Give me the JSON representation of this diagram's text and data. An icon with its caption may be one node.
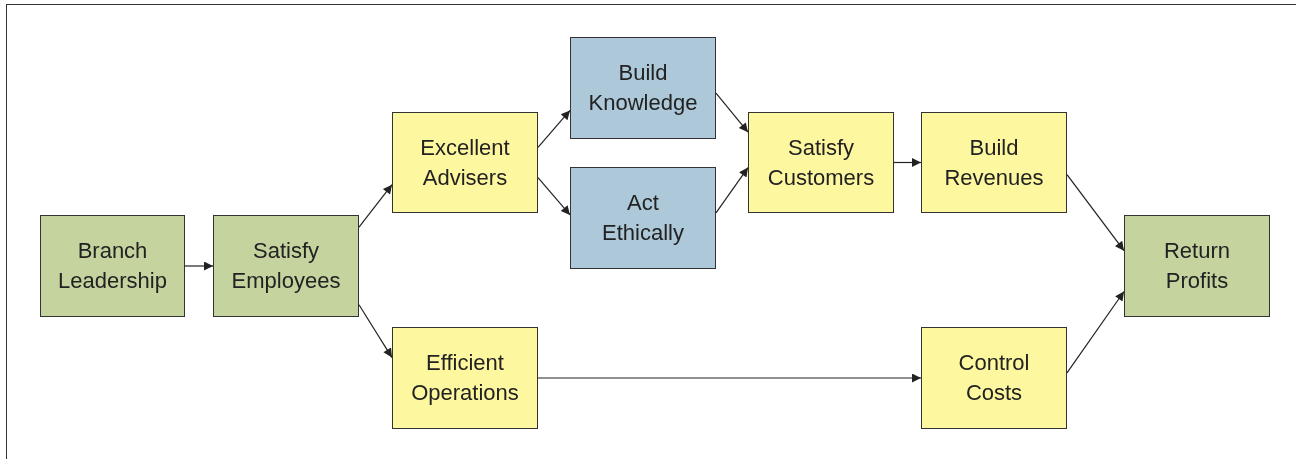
{
  "diagram": {
    "nodes": [
      {
        "text": [
          "Branch Leadership"
        ]
      },
      {
        "text": [
          "Satisfy Employees"
        ]
      },
      {
        "text": [
          "Excellent Advisers"
        ]
      },
      {
        "text": [
          "Efficient Operations"
        ]
      },
      {
        "text": [
          "Build Knowledge"
        ]
      },
      {
        "text": [
          "Act Ethically"
        ]
      },
      {
        "text": [
          "Satisfy Customers"
        ]
      },
      {
        "text": [
          "Build Revenues"
        ]
      },
      {
        "text": [
          "Control Costs"
        ]
      },
      {
        "text": [
          "Return Profits"
        ]
      }
    ],
    "edges": [
      {
        "from": 0,
        "to": 1,
        "arrow": "to"
      },
      {
        "from": 1,
        "to": 2,
        "arrow": "to"
      },
      {
        "from": 1,
        "to": 3,
        "arrow": "to"
      },
      {
        "from": 2,
        "to": 4,
        "arrow": "to"
      },
      {
        "from": 2,
        "to": 5,
        "arrow": "to"
      },
      {
        "from": 4,
        "to": 6,
        "arrow": "to"
      },
      {
        "from": 5,
        "to": 6,
        "arrow": "to"
      },
      {
        "from": 6,
        "to": 7,
        "arrow": "to"
      },
      {
        "from": 7,
        "to": 9,
        "arrow": "to"
      },
      {
        "from": 3,
        "to": 8,
        "arrow": "to"
      },
      {
        "from": 8,
        "to": 9,
        "arrow": "to"
      }
    ]
  }
}
